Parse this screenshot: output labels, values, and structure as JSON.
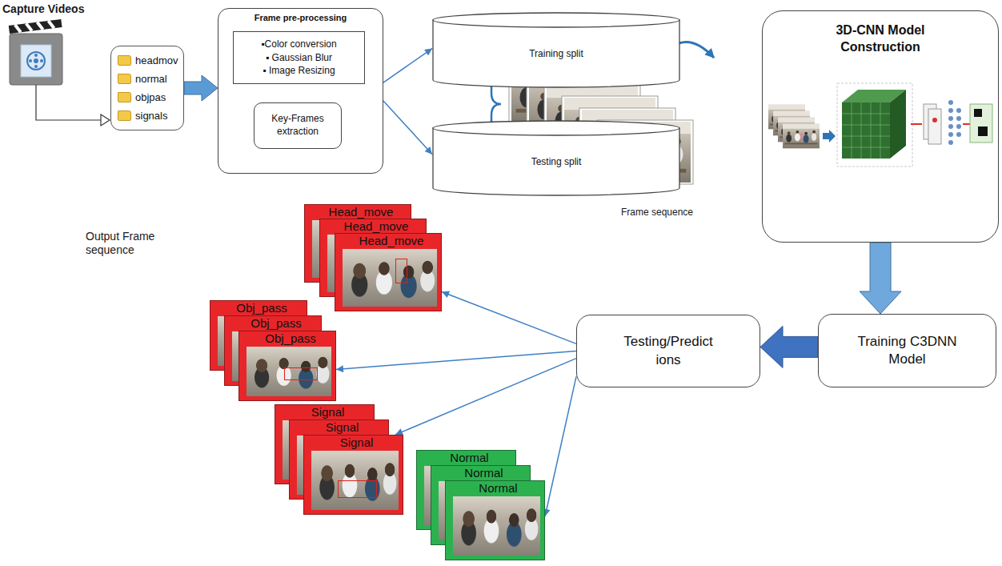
{
  "diagram": {
    "nodes": [
      {
        "text": [
          "headmov",
          "normal",
          "objpas",
          "signals"
        ]
      },
      {
        "text": [
          "Frame pre-processing"
        ]
      },
      {
        "text": [
          "▪Color conversion",
          "▪ Gaussian Blur",
          "▪ Image Resizing"
        ],
        "in": 1
      },
      {
        "text": [
          "Key-Frames extraction"
        ],
        "in": 1
      },
      {
        "text": [
          "Training split"
        ]
      },
      {
        "text": [
          "Testing split"
        ]
      },
      {
        "text": [
          "3D-CNN Model Construction"
        ]
      },
      {
        "text": [
          "Head_move"
        ]
      },
      {
        "text": [
          "Head_move"
        ]
      },
      {
        "text": [
          "Head_move"
        ]
      },
      {
        "text": [
          "Obj_pass"
        ]
      },
      {
        "text": [
          "Obj_pass"
        ]
      },
      {
        "text": [
          "Obj_pass"
        ]
      },
      {
        "text": [
          "Testing/Predict ions"
        ]
      },
      {
        "text": [
          "Training C3DNN Model"
        ]
      },
      {
        "text": [
          "Signal"
        ]
      },
      {
        "text": [
          "Signal"
        ]
      },
      {
        "text": [
          "Signal"
        ]
      },
      {
        "text": [
          "Normal"
        ]
      },
      {
        "text": [
          "Normal"
        ]
      },
      {
        "text": [
          "Normal"
        ]
      }
    ],
    "edges": [
      {
        "from": 0,
        "to": 1,
        "arrow": "to"
      },
      {
        "from": 1,
        "to": 4,
        "arrow": "to"
      },
      {
        "from": 1,
        "to": 5,
        "arrow": "to"
      },
      {
        "from": 6,
        "to": 14,
        "arrow": "to"
      },
      {
        "from": 14,
        "to": 13,
        "arrow": "to"
      },
      {
        "from": 13,
        "to": 9,
        "arrow": "to"
      },
      {
        "from": 13,
        "to": 12,
        "arrow": "to"
      },
      {
        "from": 13,
        "to": 17,
        "arrow": "to"
      },
      {
        "from": 13,
        "to": 20,
        "arrow": "to"
      }
    ],
    "labels": [
      "Capture Videos",
      "Frame sequence",
      "Output Frame sequence"
    ]
  }
}
